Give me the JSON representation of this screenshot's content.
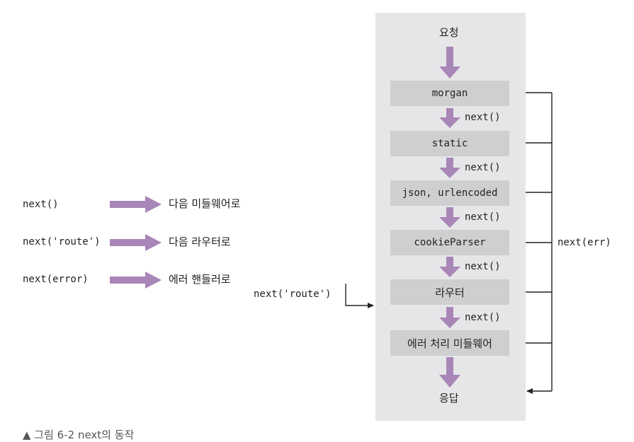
{
  "diagram": {
    "request_label": "요청",
    "response_label": "응답",
    "middlewares": [
      "morgan",
      "static",
      "json, urlencoded",
      "cookieParser",
      "라우터",
      "에러 처리 미들웨어"
    ],
    "next_label": "next()",
    "err_label": "next(err)",
    "route_skip_label": "next('route')"
  },
  "legend": [
    {
      "call": "next()",
      "meaning": "다음 미들웨어로"
    },
    {
      "call": "next('route')",
      "meaning": "다음 라우터로"
    },
    {
      "call": "next(error)",
      "meaning": "에러 핸들러로"
    }
  ],
  "caption": "▲ 그림 6-2 next의 동작",
  "colors": {
    "arrow": "#a886b8",
    "panel": "#e6e6e8",
    "box": "#cfcfd1",
    "line": "#222222"
  }
}
